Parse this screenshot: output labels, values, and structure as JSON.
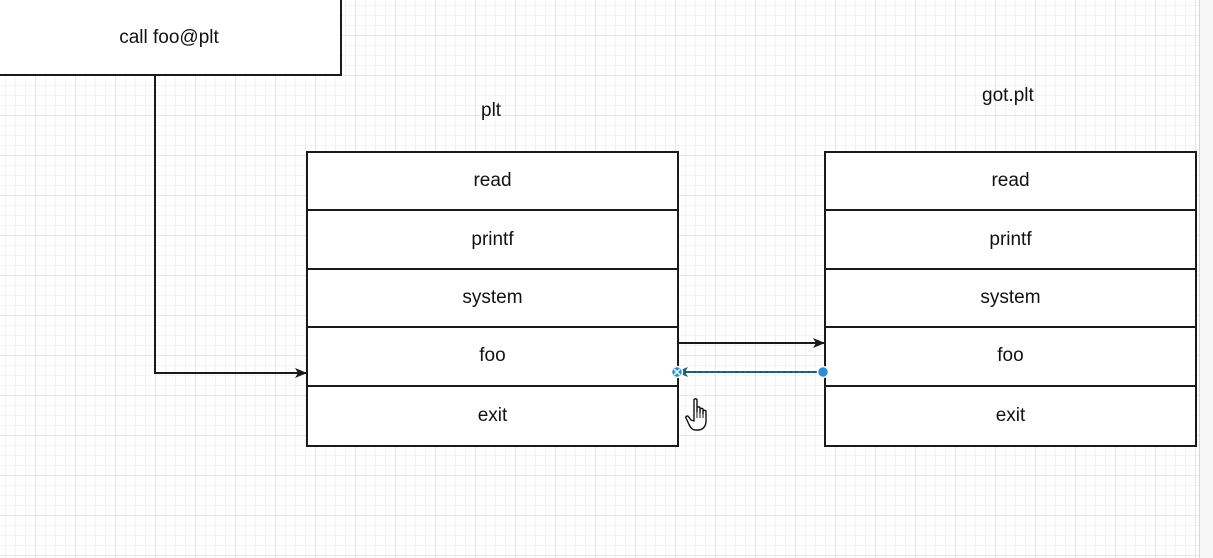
{
  "caller": {
    "label": "call foo@plt"
  },
  "plt": {
    "title": "plt",
    "entries": [
      "read",
      "printf",
      "system",
      "foo",
      "exit"
    ]
  },
  "got": {
    "title": "got.plt",
    "entries": [
      "read",
      "printf",
      "system",
      "foo",
      "exit"
    ]
  },
  "colors": {
    "stroke": "#1a1a1a",
    "selected_edge": "#1a5c6b",
    "handle": "#2a8fd6"
  },
  "cursor": {
    "icon": "hand-pointer-icon"
  }
}
